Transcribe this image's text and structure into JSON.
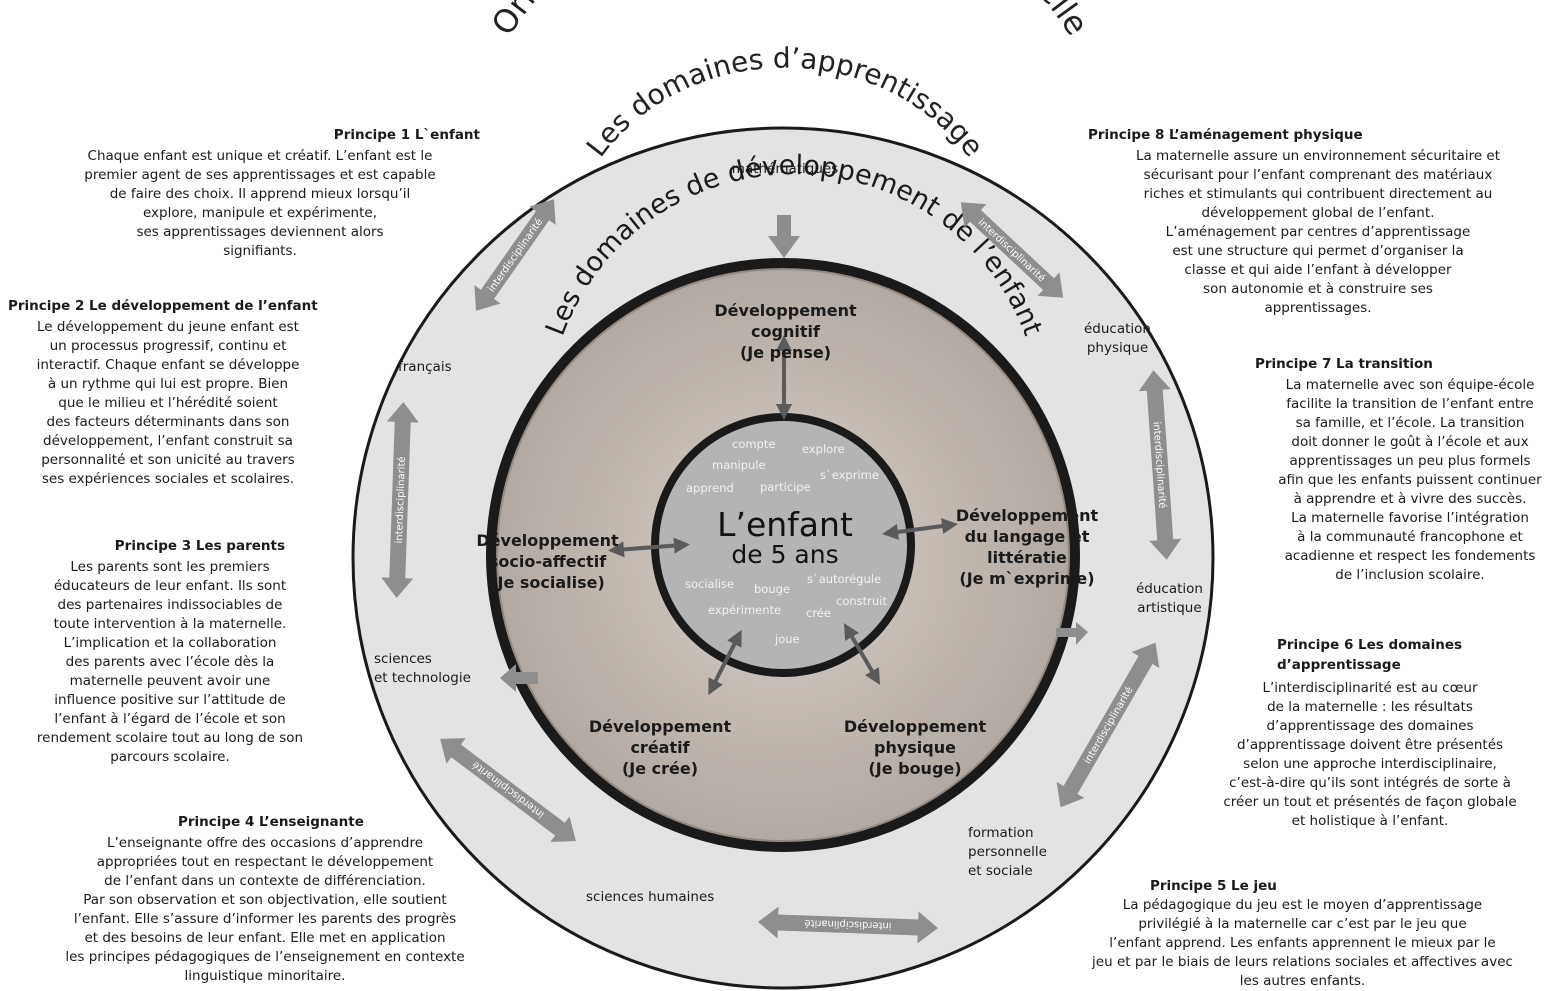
{
  "title": "Orientation pédagogique de la maternelle",
  "outer_ring_title": "Les domaines d’apprentissage",
  "middle_ring_title": "Les domaines de développement de l’enfant",
  "center": {
    "line1": "L’enfant",
    "line2": "de 5 ans"
  },
  "center_words": [
    "compte",
    "explore",
    "manipule",
    "s`exprime",
    "apprend",
    "participe",
    "socialise",
    "bouge",
    "s`autorégule",
    "construit",
    "expérimente",
    "crée",
    "joue"
  ],
  "interdisciplinarity_label": "interdisciplinarité",
  "learning_domains": {
    "mathematiques": "mathématiques",
    "education_physique": "éducation\nphysique",
    "francais": "français",
    "education_artistique": "éducation\nartistique",
    "sciences_technologie": "sciences\net technologie",
    "formation_personnelle": "formation\npersonnelle\net sociale",
    "sciences_humaines": "sciences humaines"
  },
  "development_domains": {
    "cognitif": "Développement\ncognitif\n(Je pense)",
    "socio_affectif": "Développement\nsocio-affectif\n(Je socialise)",
    "langage": "Développement\ndu langage et\nlittératie\n(Je m`exprime)",
    "creatif": "Développement\ncréatif\n(Je crée)",
    "physique": "Développement\nphysique\n(Je bouge)"
  },
  "principles": {
    "p1": {
      "title": "Principe 1 L`enfant",
      "text": "Chaque enfant est unique et créatif. L’enfant est le\npremier agent de ses apprentissages et est capable\nde faire des choix. Il apprend mieux lorsqu’il\nexplore, manipule et expérimente,\nses apprentissages deviennent alors\nsignifiants."
    },
    "p2": {
      "title": "Principe 2 Le développement de l’enfant",
      "text": "Le développement du jeune enfant est\nun processus progressif, continu et\ninteractif. Chaque enfant se développe\nà un rythme qui lui est propre. Bien\nque le milieu et l’hérédité soient\ndes facteurs déterminants dans son\ndéveloppement, l’enfant construit sa\npersonnalité et son unicité au travers\nses expériences sociales et scolaires."
    },
    "p3": {
      "title": "Principe 3 Les parents",
      "text": "Les parents sont les premiers\néducateurs de leur enfant. Ils sont\ndes partenaires indissociables de\ntoute intervention à la maternelle.\nL’implication et la collaboration\ndes parents avec l’école dès la\nmaternelle peuvent avoir une\ninfluence positive sur l’attitude de\nl’enfant à l’égard de l’école et son\nrendement scolaire tout au long de son\nparcours scolaire."
    },
    "p4": {
      "title": "Principe 4 L’enseignante",
      "text": "L’enseignante offre des occasions d’apprendre\nappropriées tout en respectant le développement\nde l’enfant dans un contexte de différenciation.\nPar son observation et son objectivation, elle soutient\nl’enfant. Elle s’assure d’informer les parents des progrès\net des besoins de leur enfant. Elle met en application\nles principes pédagogiques de l’enseignement en contexte\nlinguistique minoritaire."
    },
    "p5": {
      "title": "Principe 5 Le jeu",
      "text": "La pédagogique du jeu est le moyen d’apprentissage\nprivilégié à la maternelle car c’est par le jeu que\nl’enfant apprend. Les enfants apprennent le mieux par le\njeu et par le biais de leurs relations sociales et affectives avec\nles autres enfants."
    },
    "p6": {
      "title": "Principe 6 Les domaines\nd’apprentissage",
      "text": "L’interdisciplinarité est au cœur\nde la maternelle : les résultats\nd’apprentissage des domaines\nd’apprentissage doivent être présentés\nselon une approche interdisciplinaire,\nc’est-à-dire qu’ils sont intégrés de sorte à\ncréer un tout et présentés de façon globale\net holistique à l’enfant."
    },
    "p7": {
      "title": "Principe 7 La transition",
      "text": "La maternelle avec son équipe-école\nfacilite la transition de l’enfant entre\nsa famille, et l’école. La transition\ndoit donner le goût à l’école et aux\napprentissages un peu plus formels\nafin que les enfants puissent continuer\nà apprendre et à vivre des succès.\nLa maternelle favorise l’intégration\nà la communauté francophone et\nacadienne et respect les fondements\nde l’inclusion scolaire."
    },
    "p8": {
      "title": "Principe 8 L’aménagement physique",
      "text": "La maternelle assure un environnement sécuritaire et\nsécurisant pour l’enfant comprenant des matériaux\nriches et stimulants qui contribuent directement au\ndéveloppement global de l’enfant.\nL’aménagement par centres d’apprentissage\nest une structure qui permet d’organiser la\nclasse et qui aide l’enfant à développer\nson autonomie et à construire ses\napprentissages."
    }
  },
  "colors": {
    "outer_ring": "#e3e3e3",
    "middle_disc": "#b9b0a8",
    "center_disc": "#b4b4b4",
    "arrow": "#8e8e8e",
    "ring_stroke": "#1a1a1a"
  }
}
